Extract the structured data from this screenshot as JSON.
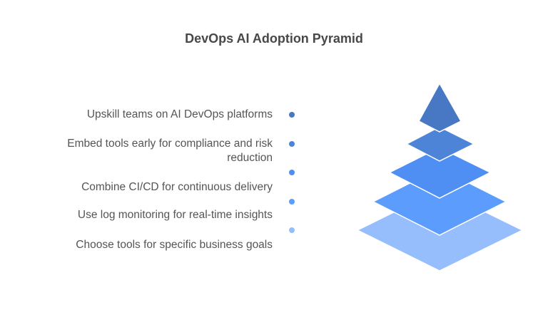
{
  "title": "DevOps AI Adoption Pyramid",
  "levels": [
    {
      "label": "Upskill teams on AI DevOps platforms",
      "color": "#4878c4"
    },
    {
      "label": "Embed tools early for compliance and risk reduction",
      "color": "#4d84d8"
    },
    {
      "label": "Combine CI/CD for continuous delivery",
      "color": "#4f8ef2"
    },
    {
      "label": "Use log monitoring for real-time insights",
      "color": "#5b9cfc"
    },
    {
      "label": "Choose tools for specific business goals",
      "color": "#96bdfc"
    }
  ]
}
